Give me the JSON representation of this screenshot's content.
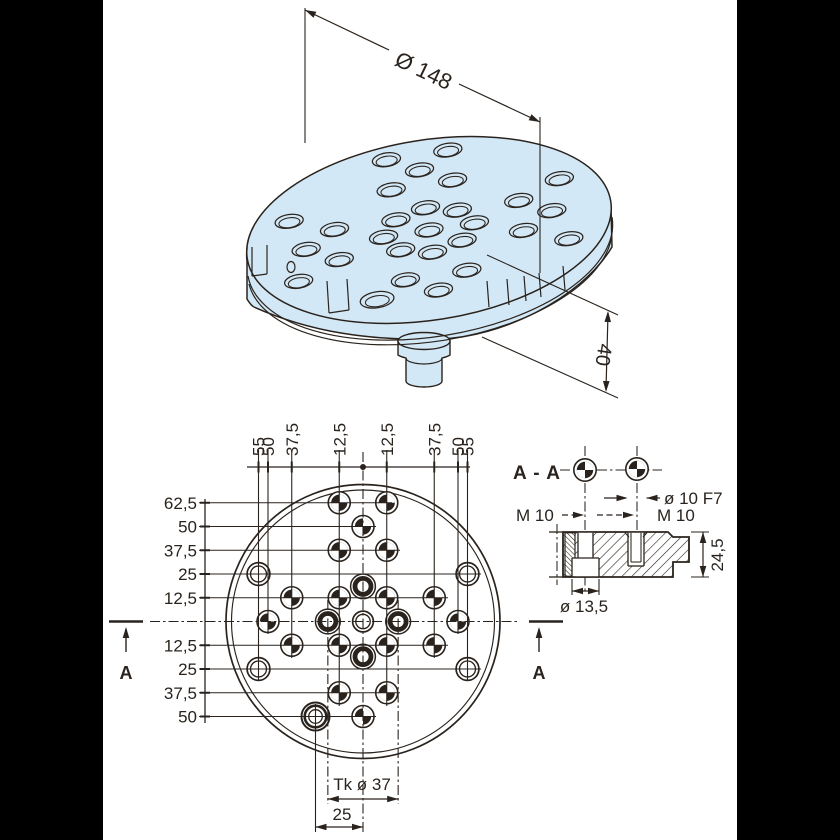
{
  "colors": {
    "canvas_background": "#000000",
    "paper": "#ffffff",
    "line": "#2a231d",
    "part_fill": "#d3e8f6"
  },
  "iso_view": {
    "diameter_dimension": "Ø 148",
    "height_dimension": "40"
  },
  "plan_view": {
    "top_dimensions": [
      {
        "label": "55",
        "mm": -55
      },
      {
        "label": "50",
        "mm": -50
      },
      {
        "label": "37,5",
        "mm": -37.5
      },
      {
        "label": "12,5",
        "mm": -12.5
      },
      {
        "label": "12,5",
        "mm": 12.5
      },
      {
        "label": "37,5",
        "mm": 37.5
      },
      {
        "label": "50",
        "mm": 50
      },
      {
        "label": "55",
        "mm": 55
      }
    ],
    "left_dimensions": [
      {
        "label": "62,5",
        "mm": 62.5
      },
      {
        "label": "50",
        "mm": 50
      },
      {
        "label": "37,5",
        "mm": 37.5
      },
      {
        "label": "25",
        "mm": 25
      },
      {
        "label": "12,5",
        "mm": 12.5
      },
      {
        "label": "12,5",
        "mm": -12.5
      },
      {
        "label": "25",
        "mm": -25
      },
      {
        "label": "37,5",
        "mm": -37.5
      },
      {
        "label": "50",
        "mm": -50
      }
    ],
    "section_marker": "A",
    "bolt_circle_dimension": "Tk ø 37",
    "index_offset_dimension": "25",
    "holes": {
      "target_holes_mm": [
        [
          -12.5,
          62.5
        ],
        [
          12.5,
          62.5
        ],
        [
          0,
          50
        ],
        [
          -12.5,
          37.5
        ],
        [
          12.5,
          37.5
        ],
        [
          -37.5,
          12.5
        ],
        [
          -12.5,
          12.5
        ],
        [
          12.5,
          12.5
        ],
        [
          37.5,
          12.5
        ],
        [
          -50,
          0
        ],
        [
          50,
          0
        ],
        [
          -37.5,
          -12.5
        ],
        [
          -12.5,
          -12.5
        ],
        [
          12.5,
          -12.5
        ],
        [
          37.5,
          -12.5
        ],
        [
          -12.5,
          -37.5
        ],
        [
          12.5,
          -37.5
        ],
        [
          0,
          -50
        ]
      ],
      "fit_holes_mm": [
        [
          0,
          18.5
        ],
        [
          -18.5,
          0
        ],
        [
          18.5,
          0
        ],
        [
          0,
          -18.5
        ]
      ],
      "clearance_holes_mm": [
        [
          -55,
          25
        ],
        [
          55,
          25
        ],
        [
          -55,
          -25
        ],
        [
          55,
          -25
        ]
      ],
      "center_hole_mm": [
        0,
        0
      ],
      "index_hole_mm": [
        -25,
        -50
      ]
    }
  },
  "section_view": {
    "title": "A - A",
    "fit_dimension": "ø 10 F7",
    "thread_dimension_left": "M 10",
    "thread_dimension_right": "M 10",
    "height_dimension": "24,5",
    "counterbore_dimension": "ø 13,5"
  }
}
